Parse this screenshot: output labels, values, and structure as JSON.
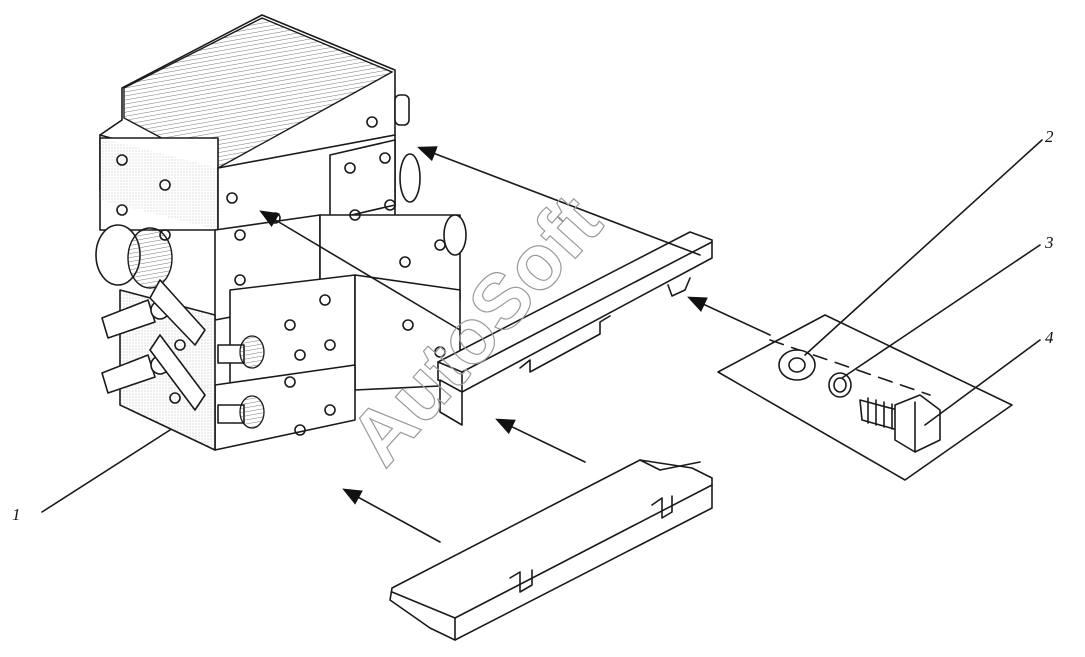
{
  "callouts": [
    {
      "id": "1",
      "text": "1"
    },
    {
      "id": "2",
      "text": "2"
    },
    {
      "id": "3",
      "text": "3"
    },
    {
      "id": "4",
      "text": "4"
    }
  ],
  "watermark": "AutoSoft",
  "colors": {
    "ink": "#1a1a1a",
    "paper": "#ffffff",
    "watermark": "#9a9a9a"
  }
}
